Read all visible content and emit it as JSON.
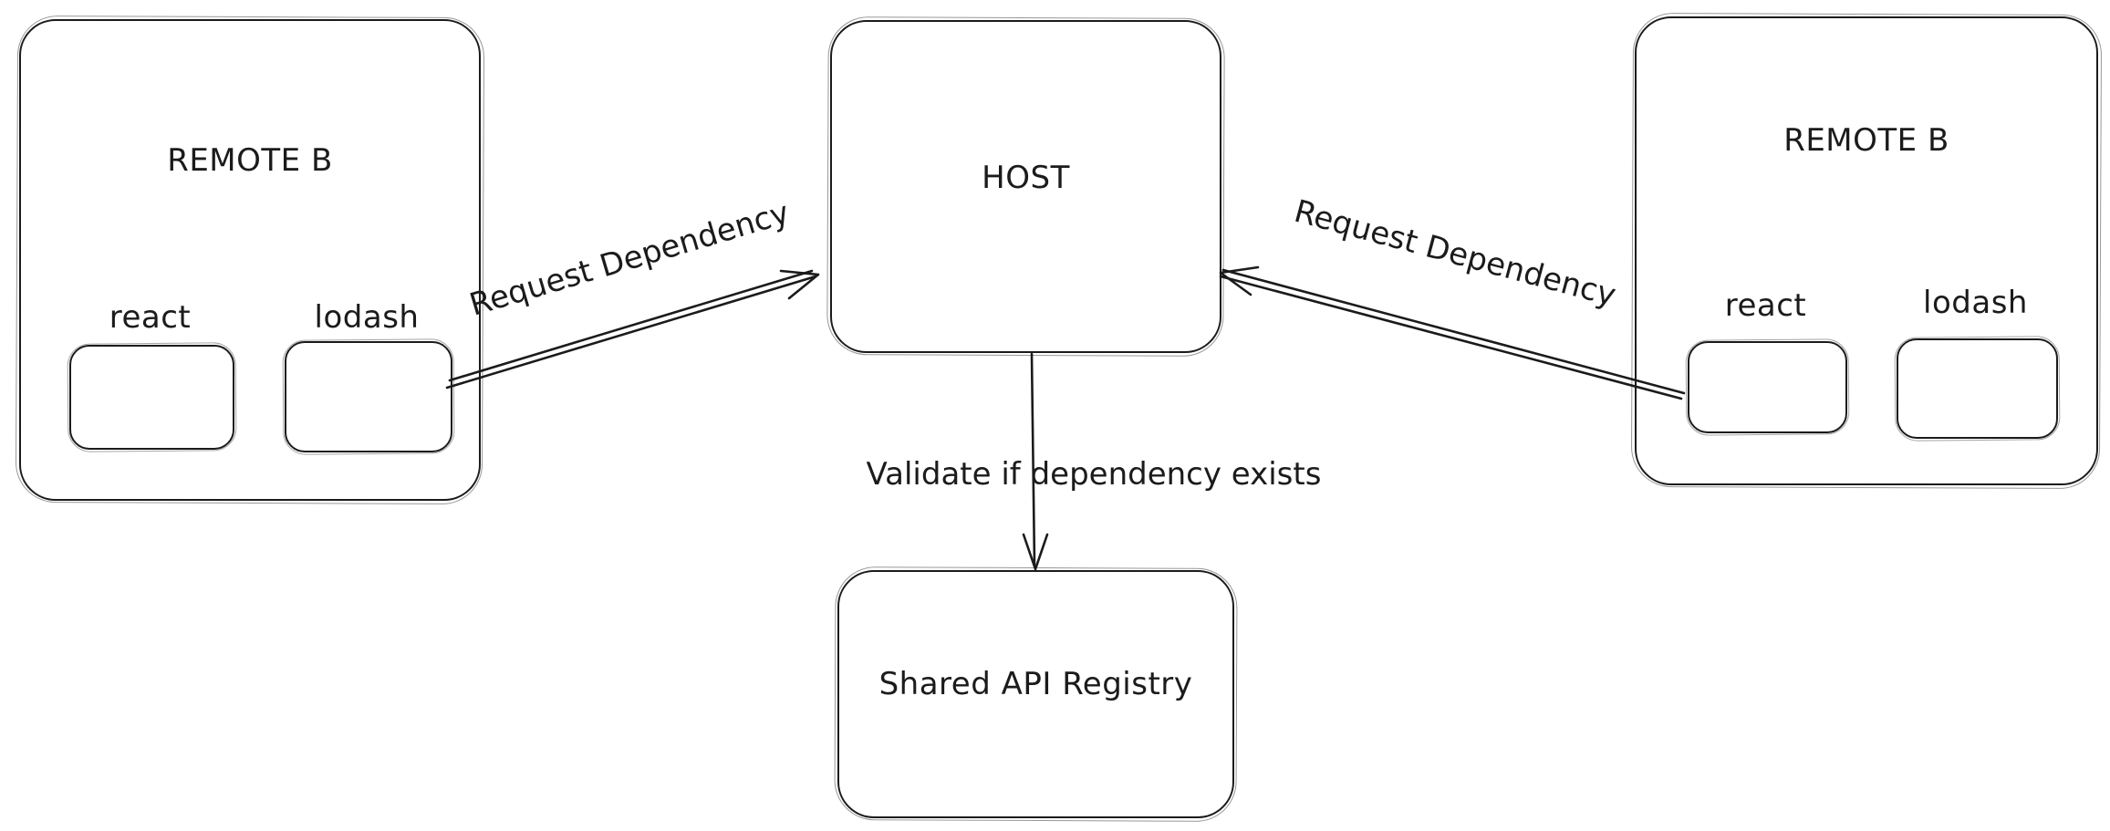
{
  "diagram": {
    "nodes": {
      "remote_left": {
        "title": "REMOTE B",
        "packages": [
          "react",
          "lodash"
        ]
      },
      "host": {
        "title": "HOST"
      },
      "remote_right": {
        "title": "REMOTE B",
        "packages": [
          "react",
          "lodash"
        ]
      },
      "registry": {
        "title": "Shared API Registry"
      }
    },
    "edges": [
      {
        "from": "remote_left",
        "to": "host",
        "label": "Request Dependency"
      },
      {
        "from": "remote_right",
        "to": "host",
        "label": "Request Dependency"
      },
      {
        "from": "host",
        "to": "registry",
        "label": "Validate if dependency exists"
      }
    ],
    "style": {
      "stroke": "#1b1b1b",
      "background": "#ffffff"
    }
  }
}
